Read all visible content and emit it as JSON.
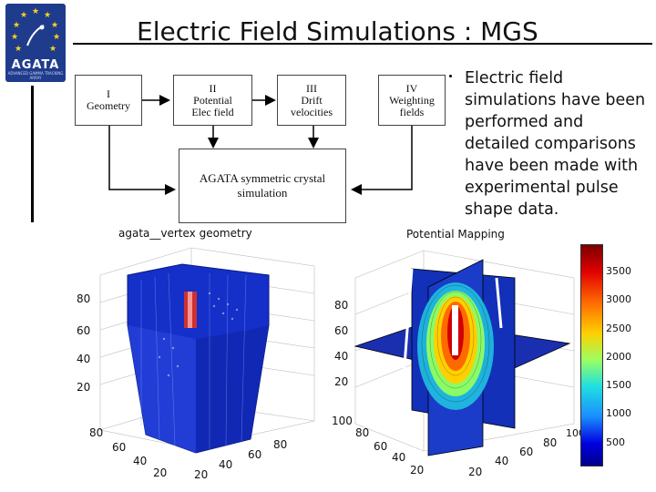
{
  "header": {
    "title": "Electric Field Simulations : MGS",
    "logo_text": "AGATA",
    "logo_tagline": "ADVANCED GAMMA TRACKING ARRAY"
  },
  "flow": {
    "box1": {
      "num": "I",
      "label": "Geometry"
    },
    "box2": {
      "num": "II",
      "label1": "Potential",
      "label2": "Elec field"
    },
    "box3": {
      "num": "III",
      "label1": "Drift",
      "label2": "velocities"
    },
    "box4": {
      "num": "IV",
      "label1": "Weighting",
      "label2": "fields"
    },
    "box5": {
      "label1": "AGATA symmetric crystal",
      "label2": "simulation"
    }
  },
  "description": "Electric field simulations have been performed and detailed comparisons have been made with experimental pulse shape data.",
  "plots": {
    "left": {
      "title": "agata__vertex geometry",
      "z_ticks": [
        "80",
        "60",
        "40",
        "20"
      ],
      "x_ticks": [
        "80",
        "60",
        "40",
        "20"
      ],
      "y_ticks": [
        "20",
        "40",
        "60",
        "80"
      ]
    },
    "right": {
      "title": "Potential Mapping",
      "z_ticks": [
        "80",
        "60",
        "40",
        "20"
      ],
      "x_ticks": [
        "100",
        "80",
        "60",
        "40",
        "20"
      ],
      "y_ticks": [
        "20",
        "40",
        "60",
        "80",
        "100"
      ],
      "colorbar_ticks": [
        "3500",
        "3000",
        "2500",
        "2000",
        "1500",
        "1000",
        "500"
      ]
    }
  },
  "colors": {
    "logo_bg": "#1f3c8c",
    "crystal_blue": "#1530c8",
    "core_red": "#c02020"
  }
}
